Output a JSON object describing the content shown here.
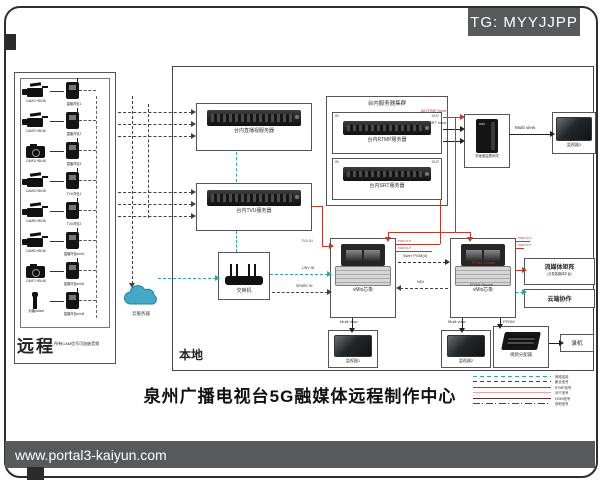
{
  "badge": "TG: MYYJJPP",
  "footer_url": "www.portal3-kaiyun.com",
  "title": "泉州广播电视台5G融媒体远程制作中心",
  "remote": {
    "label": "远程",
    "note": "注: 所有CAM信号可加嵌音频",
    "rows": [
      {
        "cam1": "CAM1/",
        "cam2": "HD/4K",
        "type": "camcorder",
        "dev": "直播背包1"
      },
      {
        "cam1": "CAM2/",
        "cam2": "HD/4K",
        "type": "camcorder",
        "dev": "直播背包2"
      },
      {
        "cam1": "CAM3/",
        "cam2": "HD/4K",
        "type": "photo",
        "dev": "直播背包3"
      },
      {
        "cam1": "CAM4/",
        "cam2": "HD/4K",
        "type": "camcorder",
        "dev": "TVU背包1"
      },
      {
        "cam1": "CAM5/",
        "cam2": "HD/4K",
        "type": "camcorder",
        "dev": "TVU背包2"
      },
      {
        "cam1": "CAM6/",
        "cam2": "HD/4K",
        "type": "camcorder",
        "dev": "直播背包mini1"
      },
      {
        "cam1": "CAM7/",
        "cam2": "HD/4K",
        "type": "photo",
        "dev": "直播背包mini2"
      },
      {
        "cam1": "大疆pocket",
        "cam2": "",
        "type": "pocket",
        "dev": "直播背包mini3"
      }
    ]
  },
  "local": {
    "label": "本地",
    "server1": "台内直播视服务器",
    "server2": "台内TVU服务器",
    "cluster_label": "台内服务器集群",
    "rtmp_server": "台内RTMP服务器",
    "srt_server": "台内SRT服务器",
    "io_in": "IN",
    "io_out": "OUT",
    "gateway": "多画面监看网关",
    "switch": "交换机",
    "cloud": "云服务器",
    "vmix1": "vMix芯象",
    "vmix2": "vMix芯象",
    "monitor1": "监视器1",
    "monitor2": "监视器2",
    "monitor3": "监视器3",
    "distributor": "视频分配器",
    "recorder": "录机",
    "stream_matrix1": "流媒体矩阵",
    "stream_matrix2": "(分发各媒体平台)",
    "cloud_collab": "云端协作"
  },
  "links": {
    "all_rtmp": "All RTMP Input",
    "all_srt": "All SRT Input",
    "multiview": "Multi view",
    "tvu_in": "TVU IN",
    "unv_in": "UNV IN",
    "spark_in": "SPARK IN",
    "swer_pgm": "Swer PGM(d)",
    "ndi": "NDI",
    "fpgm_stream": "FPGM Stream",
    "fpgm_record": "FPGM Record",
    "fpgm": "FPGM",
    "pgm_out": "PGM OUT"
  },
  "legend": [
    {
      "label": "网络连接",
      "color": "#2fa8a0",
      "style": "dashed"
    },
    {
      "label": "聚合信号",
      "color": "#444444",
      "style": "dashed"
    },
    {
      "label": "RTMP信号",
      "color": "#c0392b",
      "style": "solid"
    },
    {
      "label": "SRT信号",
      "color": "#e8a0a0",
      "style": "solid"
    },
    {
      "label": "HDMI信号",
      "color": "#5a3030",
      "style": "solid"
    },
    {
      "label": "其他信号",
      "color": "#444444",
      "style": "dashdot"
    }
  ]
}
